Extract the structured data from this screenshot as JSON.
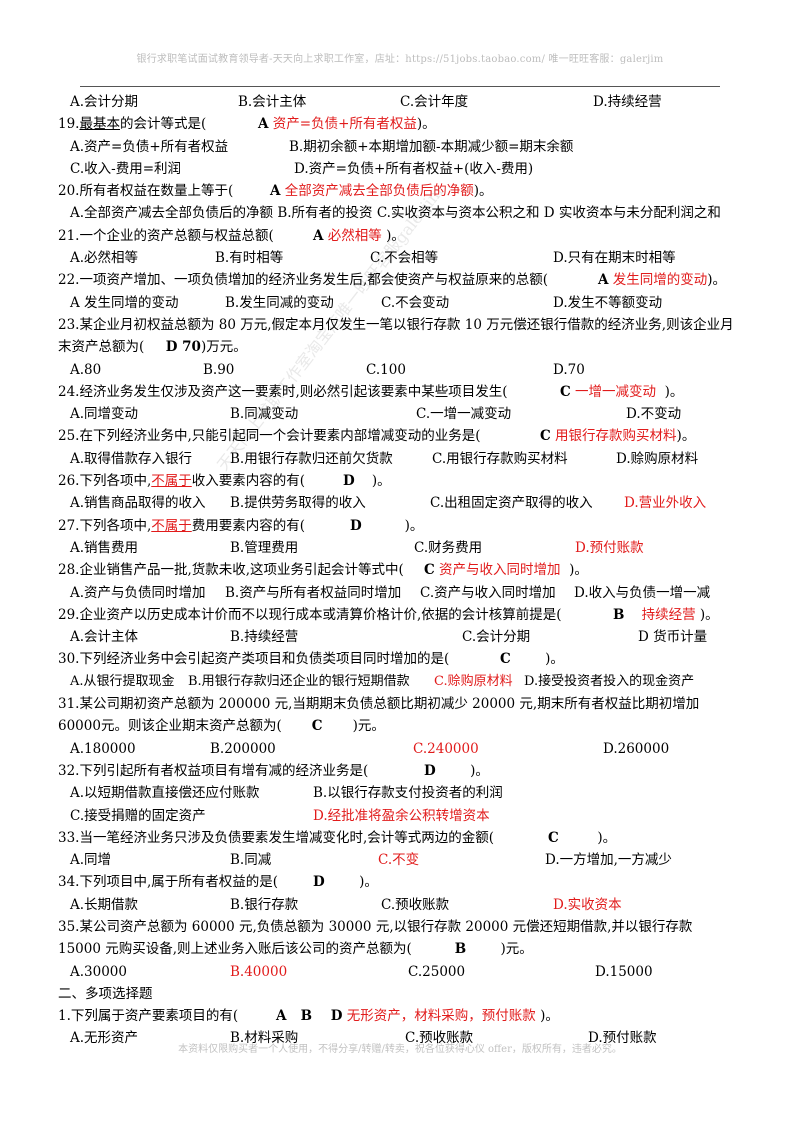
{
  "header": "银行求职笔试面试教育领导者-天天向上求职工作室，店址：https://51jobs.taobao.com/ 唯一旺旺客服：galerjim",
  "footer": "本资料仅限购买者一个人使用，不得分享/转赠/转卖，祝各位获得心仪 offer，版权所有，违者必究。",
  "watermark": "天天向上求职工作室淘宝店唯一旺旺客服galerjim",
  "q18": {
    "options": [
      "A.会计分期",
      "B.会计主体",
      "C.会计年度",
      "D.持续经营"
    ]
  },
  "q19": {
    "stem_pre": "19.",
    "stem_u": "最基本",
    "stem_post": "的会计等式是(",
    "ans_letter": "A",
    "ans_text": "资产=负债+所有者权益",
    "stem_end": ")。",
    "options": [
      "A.资产=负债+所有者权益",
      "B.期初余额+本期增加额-本期减少额=期末余额",
      "C.收入-费用=利润",
      "D.资产=负债+所有者权益+(收入-费用)"
    ]
  },
  "q20": {
    "stem": "20.所有者权益在数量上等于(",
    "ans_letter": "A",
    "ans_text": "全部资产减去全部负债后的净额",
    "stem_end": ")。",
    "options_text": "A.全部资产减去全部负债后的净额      B.所有者的投资  C.实收资本与资本公积之和    D  实收资本与未分配利润之和"
  },
  "q21": {
    "stem": "21.一个企业的资产总额与权益总额(",
    "ans_letter": "A",
    "ans_text": "必然相等",
    "stem_end": ")。",
    "options": [
      "A.必然相等",
      "B.有时相等",
      "C.不会相等",
      "D.只有在期末时相等"
    ]
  },
  "q22": {
    "stem": "22.一项资产增加、一项负债增加的经济业务发生后,都会使资产与权益原来的总额(",
    "ans_letter": "A",
    "ans_text": "发生同增的变动",
    "stem_end": ")。",
    "options": [
      "A 发生同增的变动",
      "B.发生同减的变动",
      "C.不会变动",
      "D.发生不等额变动"
    ]
  },
  "q23": {
    "stem": "23.某企业月初权益总额为 80 万元,假定本月仅发生一笔以银行存款 10 万元偿还银行借款的经济业务,则该企业月末资产总额为(",
    "ans": "D 70",
    "stem_end": ")万元。",
    "options": [
      "A.80",
      "B.90",
      "C.100",
      "D.70"
    ]
  },
  "q24": {
    "stem": "24.经济业务发生仅涉及资产这一要素时,则必然引起该要素中某些项目发生(",
    "ans_letter": "C",
    "ans_text": "一增一减变动",
    "stem_end": ")。",
    "options": [
      "A.同增变动",
      "B.同减变动",
      "C.一增一减变动",
      "D.不变动"
    ]
  },
  "q25": {
    "stem": "25.在下列经济业务中,只能引起同一个会计要素内部增减变动的业务是(",
    "ans_letter": "C",
    "ans_text": "用银行存款购买材料",
    "stem_end": ")。",
    "options": [
      "A.取得借款存入银行",
      "B.用银行存款归还前欠货款",
      "C.用银行存款购买材料",
      "D.赊购原材料"
    ]
  },
  "q26": {
    "stem_pre": "26.下列各项中,",
    "stem_u": "不属于",
    "stem_post": "收入要素内容的有(",
    "ans_letter": "D",
    "stem_end": ")。",
    "options": [
      "A.销售商品取得的收入",
      "B.提供劳务取得的收入",
      "C.出租固定资产取得的收入",
      "D.营业外收入"
    ]
  },
  "q27": {
    "stem_pre": "27.下列各项中,",
    "stem_u": "不属于",
    "stem_post": "费用要素内容的有(",
    "ans_letter": "D",
    "stem_end": ")。",
    "options": [
      "A.销售费用",
      "B.管理费用",
      "C.财务费用",
      "D.预付账款"
    ]
  },
  "q28": {
    "stem": "28.企业销售产品一批,货款未收,这项业务引起会计等式中(",
    "ans_letter": "C",
    "ans_text": "资产与收入同时增加",
    "stem_end": ")。",
    "options": [
      "A.资产与负债同时增加",
      "B.资产与所有者权益同时增加",
      "C.资产与收入同时增加",
      "D.收入与负债一增一减"
    ]
  },
  "q29": {
    "stem": "29.企业资产以历史成本计价而不以现行成本或清算价格计价,依据的会计核算前提是(",
    "ans_letter": "B",
    "ans_text": "持续经营",
    "stem_end": ")。",
    "options": [
      "A.会计主体",
      "B.持续经营",
      "C.会计分期",
      "D 货币计量"
    ]
  },
  "q30": {
    "stem": "30.下列经济业务中会引起资产类项目和负债类项目同时增加的是(",
    "ans_letter": "C",
    "stem_end": ")。",
    "opt_a": "A.从银行提取现金",
    "opt_b": "B.用银行存款归还企业的银行短期借款",
    "opt_c": "C.赊购原材料",
    "opt_d": "D.接受投资者投入的现金资产"
  },
  "q31": {
    "stem": "31.某公司期初资产总额为 200000 元,当期期末负债总额比期初减少 20000 元,期末所有者权益比期初增加 60000元。则该企业期末资产总额为(",
    "ans_letter": "C",
    "stem_end": ")元。",
    "options": [
      "A.180000",
      "B.200000",
      "C.240000",
      "D.260000"
    ]
  },
  "q32": {
    "stem": "32.下列引起所有者权益项目有增有减的经济业务是(",
    "ans_letter": "D",
    "stem_end": ")。",
    "options": [
      "A.以短期借款直接偿还应付账款",
      "B.以银行存款支付投资者的利润",
      "C.接受捐赠的固定资产",
      "D.经批准将盈余公积转增资本"
    ]
  },
  "q33": {
    "stem": "33.当一笔经济业务只涉及负债要素发生增减变化时,会计等式两边的金额(",
    "ans_letter": "C",
    "stem_end": ")。",
    "options": [
      "A.同增",
      "B.同减",
      "C.不变",
      "D.一方增加,一方减少"
    ]
  },
  "q34": {
    "stem": "34.下列项目中,属于所有者权益的是(",
    "ans_letter": "D",
    "stem_end": ")。",
    "options": [
      "A.长期借款",
      "B.银行存款",
      "C.预收账款",
      "D.实收资本"
    ]
  },
  "q35": {
    "stem": "35.某公司资产总额为 60000 元,负债总额为 30000 元,以银行存款 20000 元偿还短期借款,并以银行存款 15000 元购买设备,则上述业务入账后该公司的资产总额为(",
    "ans_letter": "B",
    "stem_end": ")元。",
    "options": [
      "A.30000",
      "B.40000",
      "C.25000",
      "D.15000"
    ]
  },
  "section2": {
    "title": "二、多项选择题"
  },
  "m1": {
    "stem": "1.下列属于资产要素项目的有(",
    "ans_letters": "A   B    D",
    "ans_text": "无形资产，材料采购，预付账款",
    "stem_end": ")。",
    "options": [
      "A.无形资产",
      "B.材料采购",
      "C.预收账款",
      "D.预付账款"
    ]
  },
  "colors": {
    "answer_red": "#e11b1b",
    "header_gray": "#bdbdbd"
  }
}
